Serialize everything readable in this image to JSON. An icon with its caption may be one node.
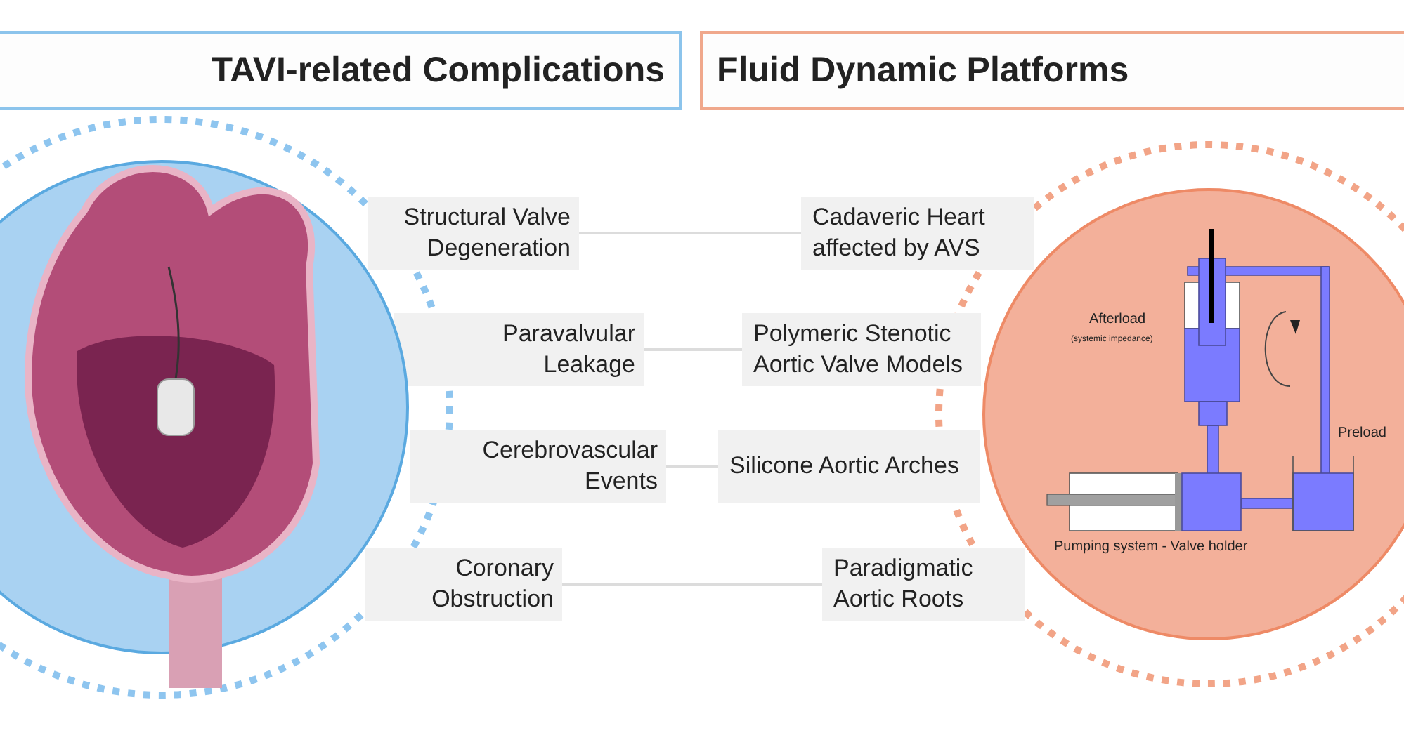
{
  "diagram": {
    "nodes": [
      {
        "text": [
          "TAVI-related Complications"
        ]
      },
      {
        "text": [
          "Fluid Dynamic Platforms"
        ]
      },
      {
        "text": [
          "Structural Valve Degeneration"
        ]
      },
      {
        "text": [
          "Paravalvular Leakage"
        ]
      },
      {
        "text": [
          "Cerebrovascular Events"
        ]
      },
      {
        "text": [
          "Coronary Obstruction"
        ]
      },
      {
        "text": [
          "Cadaveric Heart affected by AVS"
        ]
      },
      {
        "text": [
          "Polymeric Stenotic Aortic Valve Models"
        ]
      },
      {
        "text": [
          "Silicone Aortic Arches"
        ]
      },
      {
        "text": [
          "Paradigmatic Aortic Roots"
        ]
      }
    ],
    "edges": [
      {
        "from": 2,
        "to": 6,
        "arrow": "none"
      },
      {
        "from": 3,
        "to": 7,
        "arrow": "none"
      },
      {
        "from": 4,
        "to": 8,
        "arrow": "none"
      },
      {
        "from": 5,
        "to": 9,
        "arrow": "none"
      }
    ],
    "labels": [
      "Afterload",
      "(systemic impedance)",
      "Preload",
      "Pumping system - Valve holder"
    ]
  }
}
